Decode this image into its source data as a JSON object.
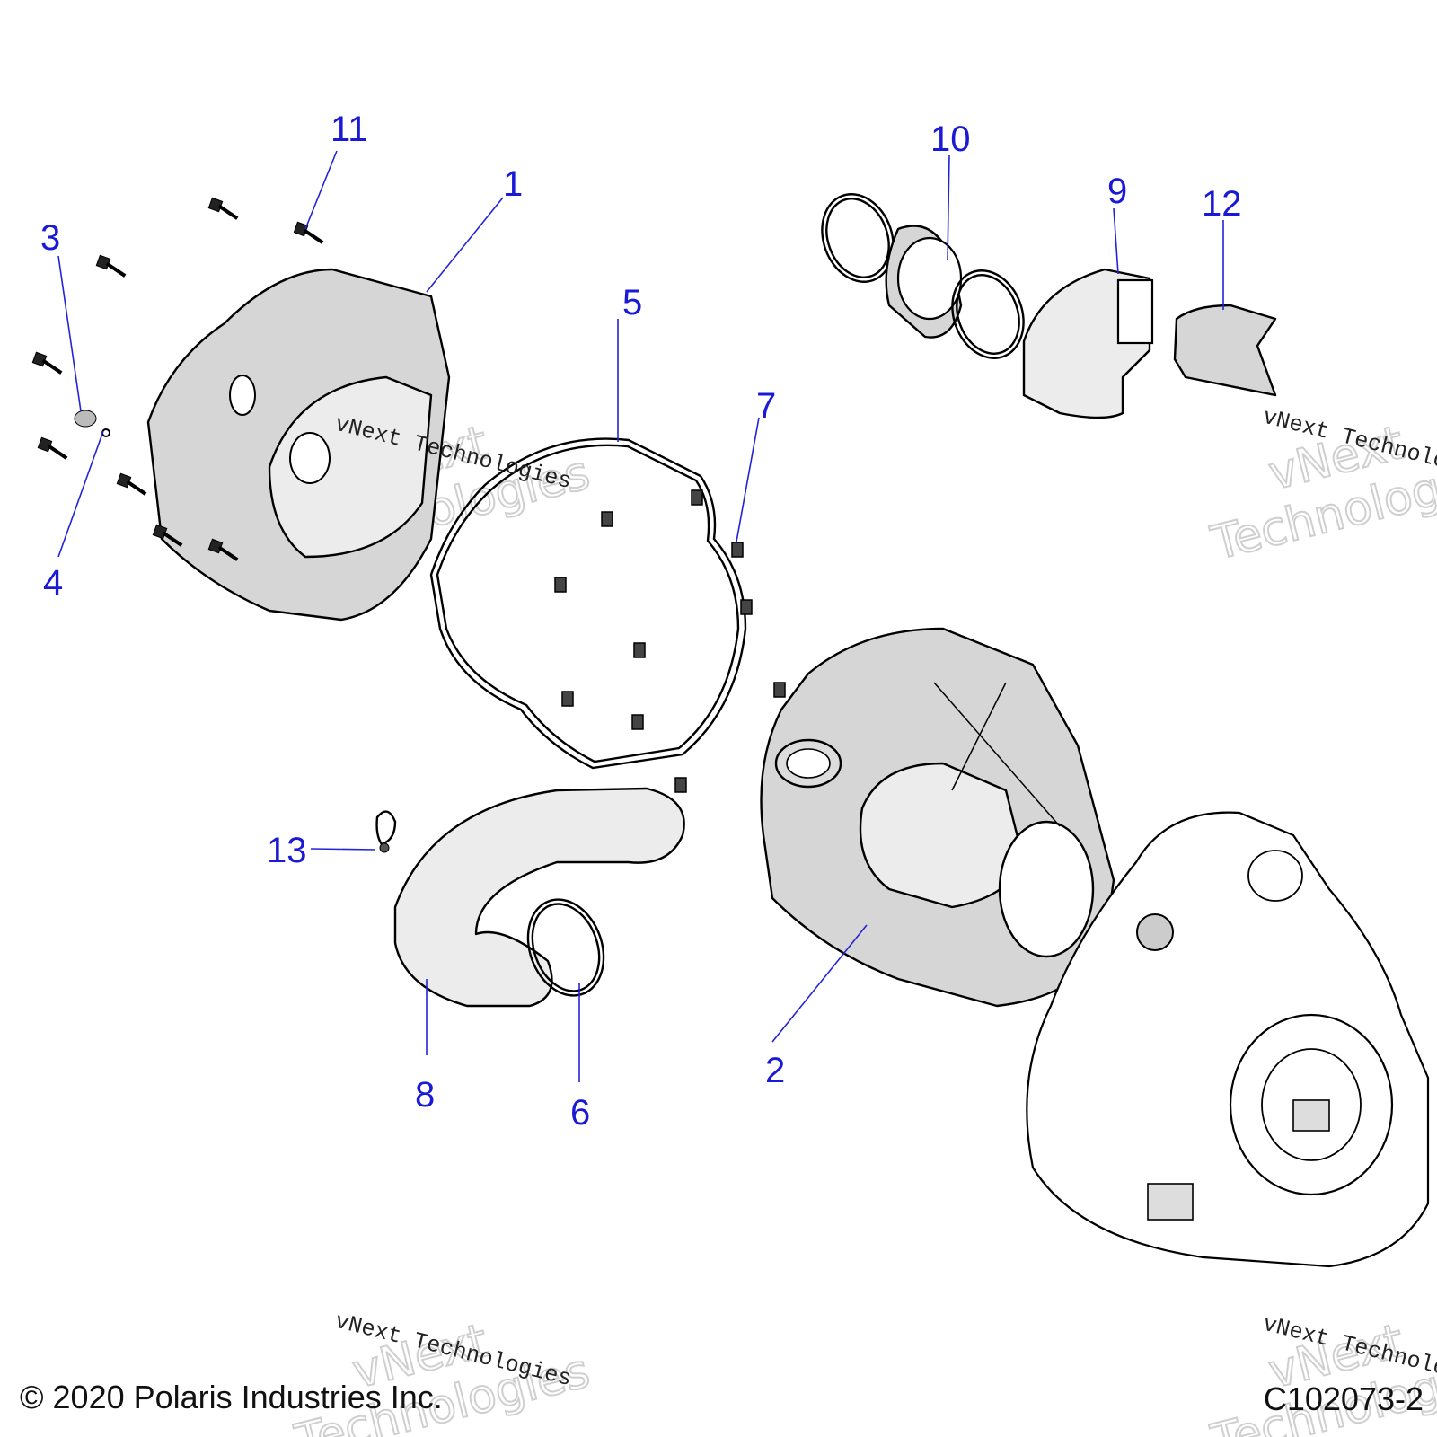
{
  "callouts": [
    "1",
    "2",
    "3",
    "4",
    "5",
    "6",
    "7",
    "8",
    "9",
    "10",
    "11",
    "12",
    "13"
  ],
  "watermark": {
    "line_serif": "vNext Technologies",
    "line_big_1": "vNext",
    "line_big_2": "Technologies"
  },
  "footer": {
    "copyright": "© 2020 Polaris Industries Inc.",
    "drawing_id": "C102073-2"
  },
  "colors": {
    "callout": "#1a1ad6",
    "part_fill": "#d6d6d6"
  }
}
